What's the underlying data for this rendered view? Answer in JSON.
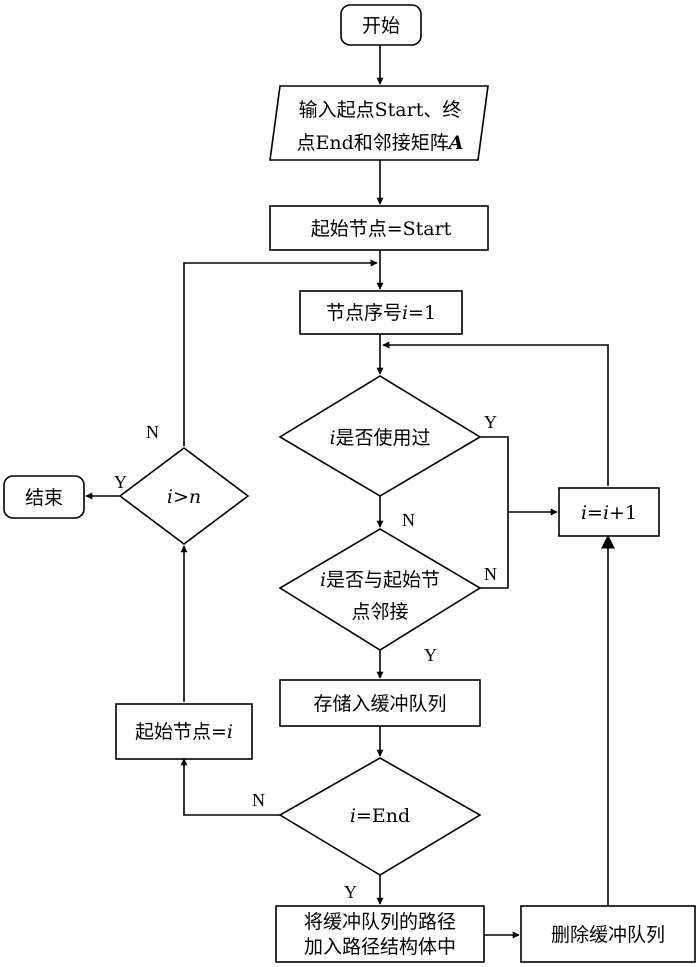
{
  "nodes": {
    "start": "开始",
    "input_line1": "输入起点Start、终",
    "input_line2_a": "点End和邻接矩阵",
    "input_line2_b": "A",
    "init_start": "起始节点=Start",
    "index_init_a": "节点序号",
    "index_init_b": "i",
    "index_init_c": "=1",
    "used_check_a": "i",
    "used_check_b": "是否使用过",
    "adjacent_line1_a": "i",
    "adjacent_line1_b": "是否与起始节",
    "adjacent_line2": "点邻接",
    "store_buffer": "存储入缓冲队列",
    "end_check_a": "i",
    "end_check_b": "=End",
    "add_path_line1": "将缓冲队列的路径",
    "add_path_line2": "加入路径结构体中",
    "delete_buffer": "删除缓冲队列",
    "increment_a": "i",
    "increment_b": "=",
    "increment_c": "i",
    "increment_d": "+1",
    "set_start_a": "起始节点=",
    "set_start_b": "i",
    "greater_a": "i",
    "greater_b": ">",
    "greater_c": "n",
    "finish": "结束"
  },
  "labels": {
    "used_yes": "Y",
    "used_no": "N",
    "adjacent_no": "N",
    "adjacent_yes": "Y",
    "end_no": "N",
    "end_yes": "Y",
    "greater_no": "N",
    "greater_yes": "Y"
  }
}
